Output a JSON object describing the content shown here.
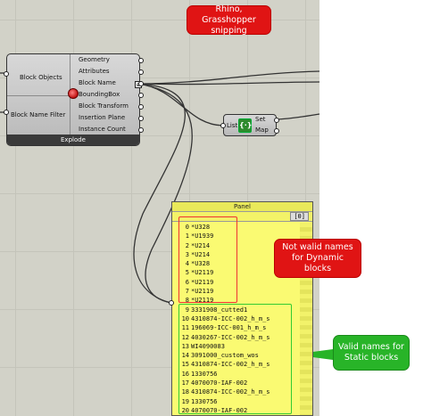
{
  "explode": {
    "inputs": [
      "Block Objects",
      "Block Name Filter"
    ],
    "outputs": [
      "Geometry",
      "Attributes",
      "Block Name",
      "BoundingBox",
      "Block Transform",
      "Insertion Plane",
      "Instance Count"
    ],
    "name": "Explode",
    "menu_glyph": "⊕"
  },
  "setmap": {
    "input": "List",
    "outputs": [
      "Set",
      "Map"
    ],
    "icon_glyph": "{·}"
  },
  "panel": {
    "title": "Panel",
    "path": "[0]",
    "rows": [
      {
        "i": "0",
        "v": "*U328"
      },
      {
        "i": "1",
        "v": "*U1939"
      },
      {
        "i": "2",
        "v": "*U214"
      },
      {
        "i": "3",
        "v": "*U214"
      },
      {
        "i": "4",
        "v": "*U328"
      },
      {
        "i": "5",
        "v": "*U2119"
      },
      {
        "i": "6",
        "v": "*U2119"
      },
      {
        "i": "7",
        "v": "*U2119"
      },
      {
        "i": "8",
        "v": "*U2119"
      },
      {
        "i": "9",
        "v": "3331908_cutted1"
      },
      {
        "i": "10",
        "v": "4310874-ICC-002_h_m_s"
      },
      {
        "i": "11",
        "v": "196069-ICC-001_h_m_s"
      },
      {
        "i": "12",
        "v": "4030267-ICC-002_h_m_s"
      },
      {
        "i": "13",
        "v": "WI4090083"
      },
      {
        "i": "14",
        "v": "3091000_custom_wos"
      },
      {
        "i": "15",
        "v": "4310874-ICC-002_h_m_s"
      },
      {
        "i": "16",
        "v": "1330756"
      },
      {
        "i": "17",
        "v": "4070070-IAF-002"
      },
      {
        "i": "18",
        "v": "4310874-ICC-002_h_m_s"
      },
      {
        "i": "19",
        "v": "1330756"
      },
      {
        "i": "20",
        "v": "4070070-IAF-002"
      }
    ]
  },
  "callouts": {
    "title": [
      "Rhino, Grasshopper",
      "snipping"
    ],
    "red": [
      "Not walid names",
      "for Dynamic",
      "blocks"
    ],
    "green": [
      "Valid names for",
      "Static blocks"
    ]
  },
  "colors": {
    "canvas": "#d2d2c8",
    "panel": "#fafa72",
    "callout_red": "#e01414",
    "callout_green": "#28b428"
  }
}
